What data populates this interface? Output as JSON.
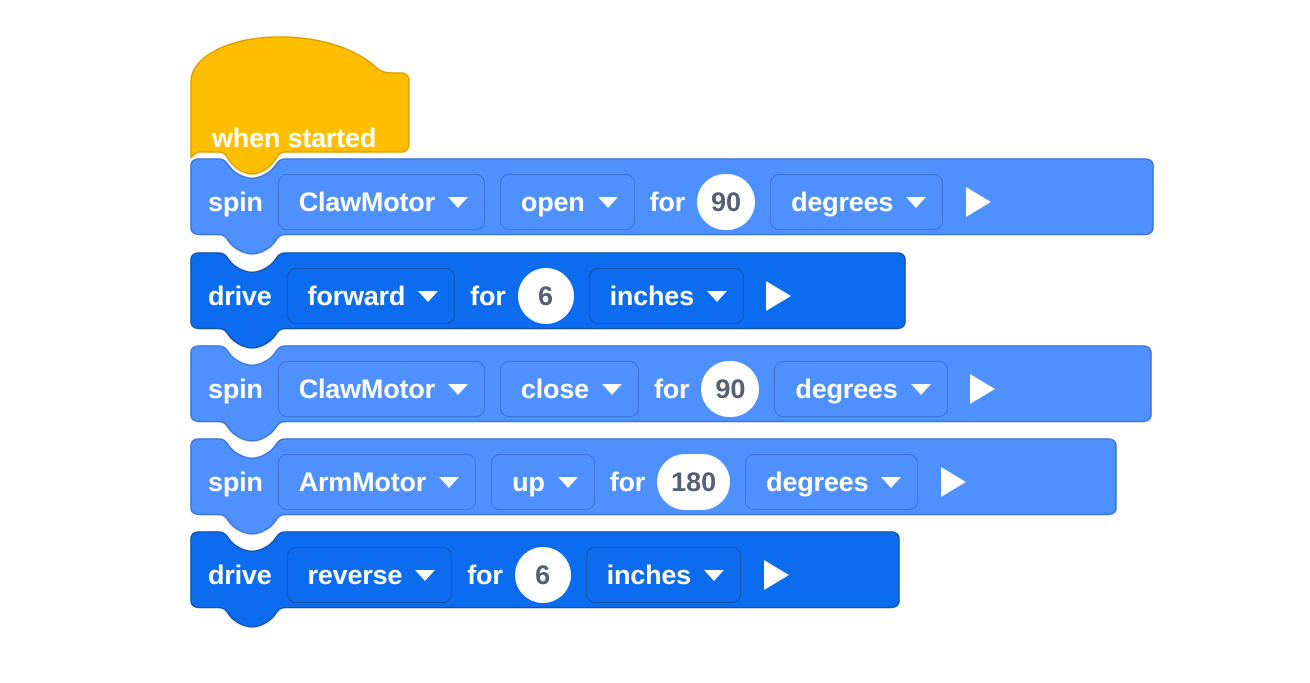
{
  "workspace": {
    "background": "#ffffff",
    "colors": {
      "hat": "#ffbf00",
      "hat_stroke": "#e0a000",
      "spin_block": "#4d90fe",
      "spin_stroke": "#3a75d6",
      "drive_block": "#0b6cef",
      "drive_stroke": "#1452a8",
      "field_text": "#ffffff",
      "number_text": "#575e75",
      "number_field": "#ffffff"
    }
  },
  "hat_block": {
    "label": "when started",
    "type": "event-hat"
  },
  "blocks": [
    {
      "id": "block-1",
      "type": "spin",
      "style": "light",
      "command": "spin",
      "motor": "ClawMotor",
      "direction": "open",
      "for_label": "for",
      "amount": "90",
      "units": "degrees",
      "run_icon": "play-icon"
    },
    {
      "id": "block-2",
      "type": "drive",
      "style": "dark",
      "command": "drive",
      "direction": "forward",
      "for_label": "for",
      "amount": "6",
      "units": "inches",
      "run_icon": "play-icon"
    },
    {
      "id": "block-3",
      "type": "spin",
      "style": "light",
      "command": "spin",
      "motor": "ClawMotor",
      "direction": "close",
      "for_label": "for",
      "amount": "90",
      "units": "degrees",
      "run_icon": "play-icon"
    },
    {
      "id": "block-4",
      "type": "spin",
      "style": "light",
      "command": "spin",
      "motor": "ArmMotor",
      "direction": "up",
      "for_label": "for",
      "amount": "180",
      "units": "degrees",
      "run_icon": "play-icon"
    },
    {
      "id": "block-5",
      "type": "drive",
      "style": "dark",
      "command": "drive",
      "direction": "reverse",
      "for_label": "for",
      "amount": "6",
      "units": "inches",
      "run_icon": "play-icon"
    }
  ]
}
